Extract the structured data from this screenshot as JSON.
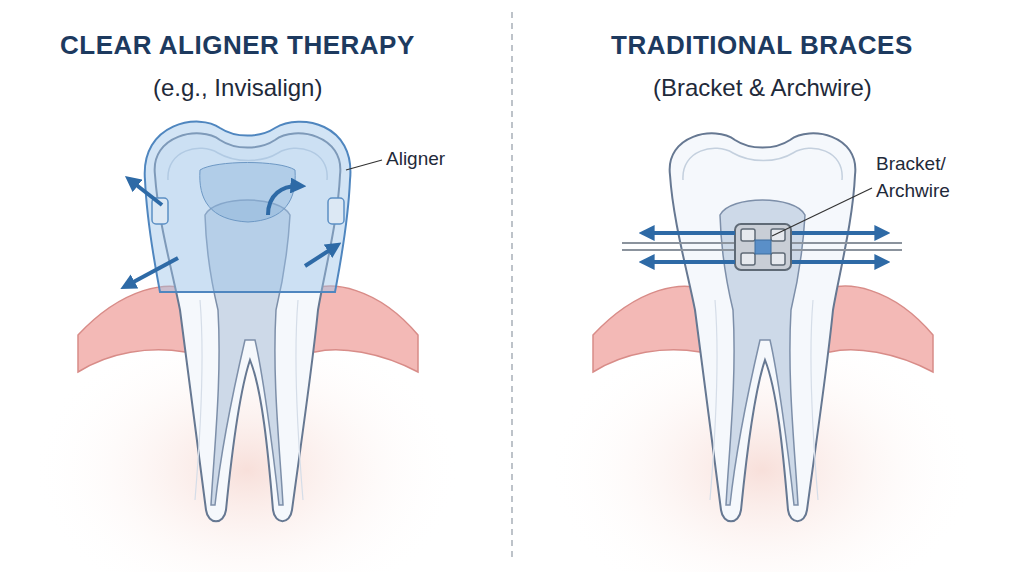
{
  "diagram": {
    "labels": [
      "CLEAR ALIGNER THERAPY",
      "(e.g., Invisalign)",
      "Aligner",
      "TRADITIONAL BRACES",
      "(Bracket & Archwire)",
      "Bracket/ Archwire"
    ]
  }
}
